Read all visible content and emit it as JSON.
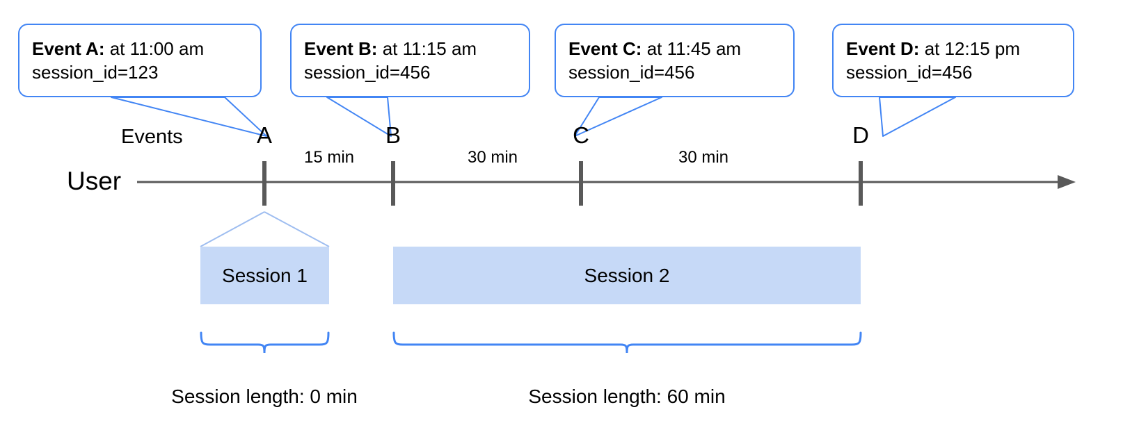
{
  "diagram": {
    "title_row_label": "Events",
    "actor_label": "User",
    "callouts": [
      {
        "id": "A",
        "bold": "Event A:",
        "time_text": " at 11:00 am",
        "session_line": "session_id=123"
      },
      {
        "id": "B",
        "bold": "Event B:",
        "time_text": " at 11:15 am",
        "session_line": "session_id=456"
      },
      {
        "id": "C",
        "bold": "Event C:",
        "time_text": " at 11:45 am",
        "session_line": "session_id=456"
      },
      {
        "id": "D",
        "bold": "Event D:",
        "time_text": " at 12:15 pm",
        "session_line": "session_id=456"
      }
    ],
    "event_markers": [
      "A",
      "B",
      "C",
      "D"
    ],
    "gap_labels": [
      "15 min",
      "30 min",
      "30 min"
    ],
    "sessions": [
      {
        "label": "Session 1",
        "caption": "Session length: 0 min"
      },
      {
        "label": "Session 2",
        "caption": "Session length: 60 min"
      }
    ],
    "colors": {
      "accent_blue": "#4285f4",
      "session_fill": "#c6d9f7",
      "axis_gray": "#595959",
      "leader_blue": "#9ebdf0"
    }
  }
}
